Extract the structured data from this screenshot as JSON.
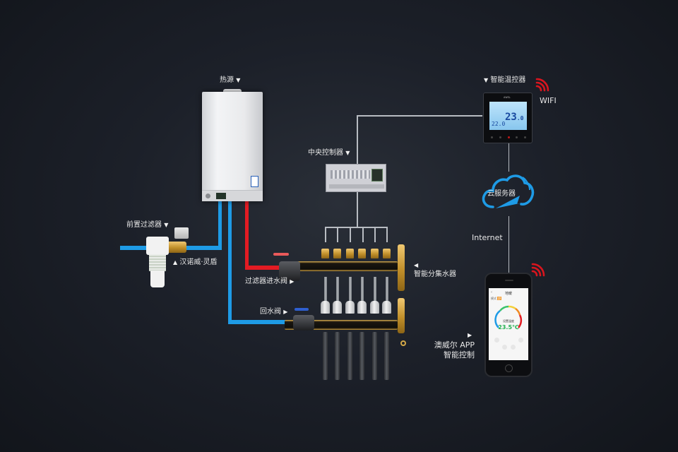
{
  "diagram": {
    "title": "Smart floor heating system",
    "nodes": {
      "heat_source": {
        "label": "热源",
        "marker": "▼"
      },
      "pre_filter": {
        "label": "前置过滤器",
        "marker": "▼"
      },
      "filter_brand": {
        "label": "汉诺威·灵盾",
        "marker": "▲"
      },
      "central_controller": {
        "label": "中央控制器",
        "marker": "▼"
      },
      "smart_thermostat": {
        "label": "智能温控器",
        "marker": "▼",
        "wifi_label": "WIFI",
        "display_temp": "23",
        "display_temp_decimal": ".0",
        "set_temp": "22.0"
      },
      "cloud_server": {
        "label": "云服务器"
      },
      "internet": {
        "label": "Internet"
      },
      "manifold": {
        "label": "智能分集水器",
        "marker": "◀",
        "loops": 6
      },
      "inlet_valve": {
        "label": "过滤器进水阀",
        "marker": "▶"
      },
      "return_valve": {
        "label": "回水阀",
        "marker": "▶"
      },
      "app": {
        "label_line1": "澳威尔 APP",
        "label_line2": "智能控制",
        "marker": "▶"
      }
    },
    "phone_app": {
      "title": "地暖",
      "back": "‹",
      "tag": "模式",
      "tag_badge": "舒",
      "status": "设置温度",
      "temperature": "23.5℃",
      "gauge_colors": [
        "#1e9be6",
        "#3cc36b",
        "#f3d13a",
        "#f08a24",
        "#e31b23"
      ]
    },
    "colors": {
      "hot_pipe": "#e31b23",
      "cold_pipe": "#1e9be6",
      "signal_line": "#b8bcc2",
      "wifi": "#d9151e",
      "cloud": "#1e9be6"
    }
  }
}
